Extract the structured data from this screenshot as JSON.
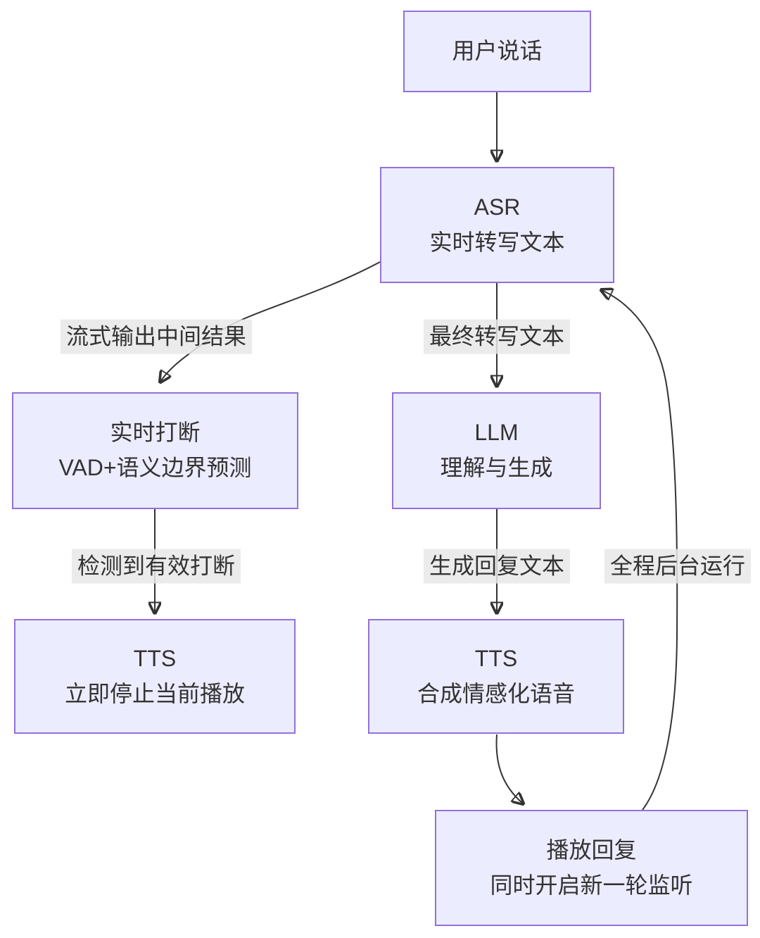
{
  "diagram": {
    "type": "flowchart",
    "colors": {
      "background": "#ffffff",
      "node_fill": "#ECECFF",
      "node_border": "#9370DB",
      "edge_color": "#333333",
      "edge_label_bg": "#e8e8e8",
      "text_color": "#333333"
    },
    "nodes": [
      {
        "id": "user",
        "lines": [
          "用户说话"
        ]
      },
      {
        "id": "asr",
        "lines": [
          "ASR",
          "实时转写文本"
        ]
      },
      {
        "id": "interrupt",
        "lines": [
          "实时打断",
          "VAD+语义边界预测"
        ]
      },
      {
        "id": "llm",
        "lines": [
          "LLM",
          "理解与生成"
        ]
      },
      {
        "id": "tts_stop",
        "lines": [
          "TTS",
          "立即停止当前播放"
        ]
      },
      {
        "id": "tts_synth",
        "lines": [
          "TTS",
          "合成情感化语音"
        ]
      },
      {
        "id": "play",
        "lines": [
          "播放回复",
          "同时开启新一轮监听"
        ]
      }
    ],
    "edge_labels": [
      {
        "id": "streaming",
        "text": "流式输出中间结果"
      },
      {
        "id": "final",
        "text": "最终转写文本"
      },
      {
        "id": "detected",
        "text": "检测到有效打断"
      },
      {
        "id": "reply",
        "text": "生成回复文本"
      },
      {
        "id": "background",
        "text": "全程后台运行"
      }
    ],
    "edges": [
      {
        "from": "user",
        "to": "asr",
        "label": ""
      },
      {
        "from": "asr",
        "to": "interrupt",
        "label": "流式输出中间结果"
      },
      {
        "from": "asr",
        "to": "llm",
        "label": "最终转写文本"
      },
      {
        "from": "interrupt",
        "to": "tts_stop",
        "label": "检测到有效打断"
      },
      {
        "from": "llm",
        "to": "tts_synth",
        "label": "生成回复文本"
      },
      {
        "from": "tts_synth",
        "to": "play",
        "label": ""
      },
      {
        "from": "play",
        "to": "asr",
        "label": "全程后台运行"
      }
    ]
  }
}
